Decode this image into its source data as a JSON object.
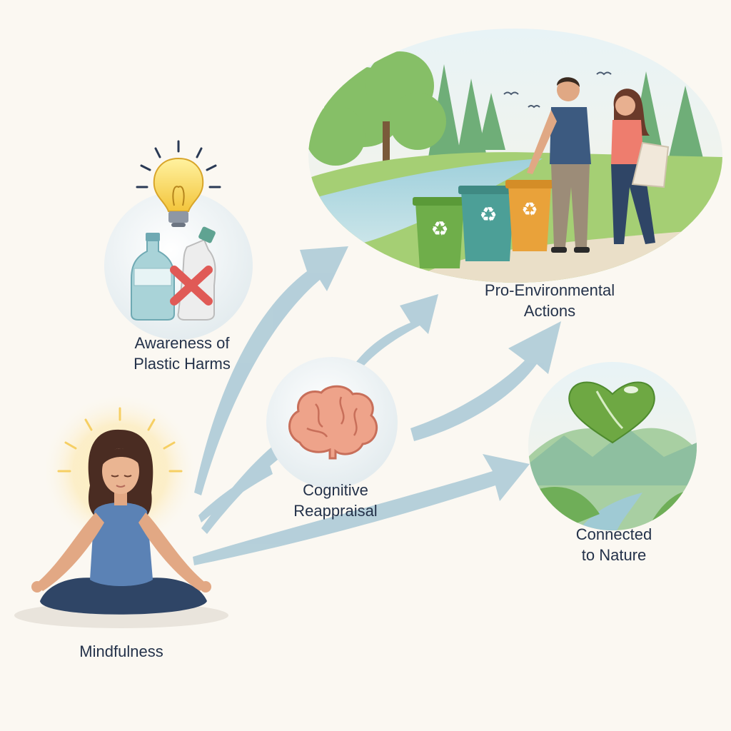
{
  "nodes": {
    "mindfulness": {
      "label": "Mindfulness"
    },
    "awareness": {
      "line1": "Awareness of",
      "line2": "Plastic Harms"
    },
    "cognitive": {
      "line1": "Cognitive",
      "line2": "Reappraisal"
    },
    "pro_environmental": {
      "line1": "Pro-Environmental",
      "line2": "Actions"
    },
    "connected": {
      "line1": "Connected",
      "line2": "to Nature"
    }
  },
  "colors": {
    "arrow": "#a9c9d6",
    "text": "#24324a",
    "background": "#fbf8f2",
    "bin_green": "#6fae4a",
    "bin_teal": "#4c9f97",
    "bin_orange": "#e9a23a",
    "cross": "#e05a56"
  },
  "icons": [
    "lightbulb-icon",
    "plastic-bottle-icon",
    "cross-icon",
    "brain-icon",
    "heart-leaf-icon",
    "recycle-icon"
  ]
}
